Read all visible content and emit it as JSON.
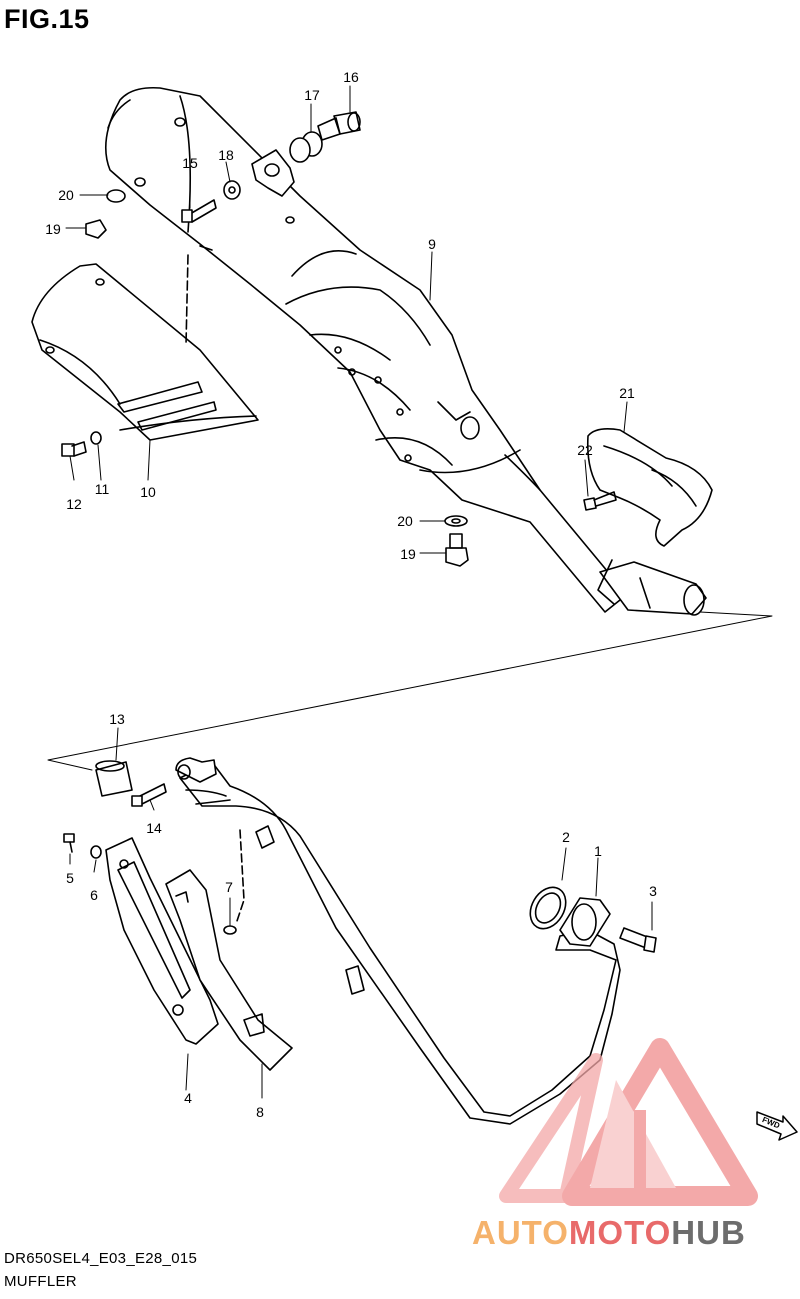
{
  "figure": {
    "title": "FIG.15",
    "code": "DR650SEL4_E03_E28_015",
    "name": "MUFFLER"
  },
  "parts": [
    {
      "id": "label-16",
      "text": "16"
    },
    {
      "id": "label-17",
      "text": "17"
    },
    {
      "id": "label-18",
      "text": "18"
    },
    {
      "id": "label-15",
      "text": "15"
    },
    {
      "id": "label-20a",
      "text": "20"
    },
    {
      "id": "label-19a",
      "text": "19"
    },
    {
      "id": "label-9",
      "text": "9"
    },
    {
      "id": "label-21",
      "text": "21"
    },
    {
      "id": "label-22",
      "text": "22"
    },
    {
      "id": "label-12",
      "text": "12"
    },
    {
      "id": "label-11",
      "text": "11"
    },
    {
      "id": "label-10",
      "text": "10"
    },
    {
      "id": "label-20b",
      "text": "20"
    },
    {
      "id": "label-19b",
      "text": "19"
    },
    {
      "id": "label-13",
      "text": "13"
    },
    {
      "id": "label-14",
      "text": "14"
    },
    {
      "id": "label-5",
      "text": "5"
    },
    {
      "id": "label-6",
      "text": "6"
    },
    {
      "id": "label-7",
      "text": "7"
    },
    {
      "id": "label-2",
      "text": "2"
    },
    {
      "id": "label-1",
      "text": "1"
    },
    {
      "id": "label-3",
      "text": "3"
    },
    {
      "id": "label-4",
      "text": "4"
    },
    {
      "id": "label-8",
      "text": "8"
    }
  ],
  "direction_marker": {
    "text": "FWD"
  },
  "watermark": {
    "part_a": "AUTO",
    "part_b": "MOTO",
    "part_c": "HUB",
    "accent_color": "#e86a6a",
    "secondary_color": "#f5b26b",
    "text_color": "#6d6d6d"
  }
}
